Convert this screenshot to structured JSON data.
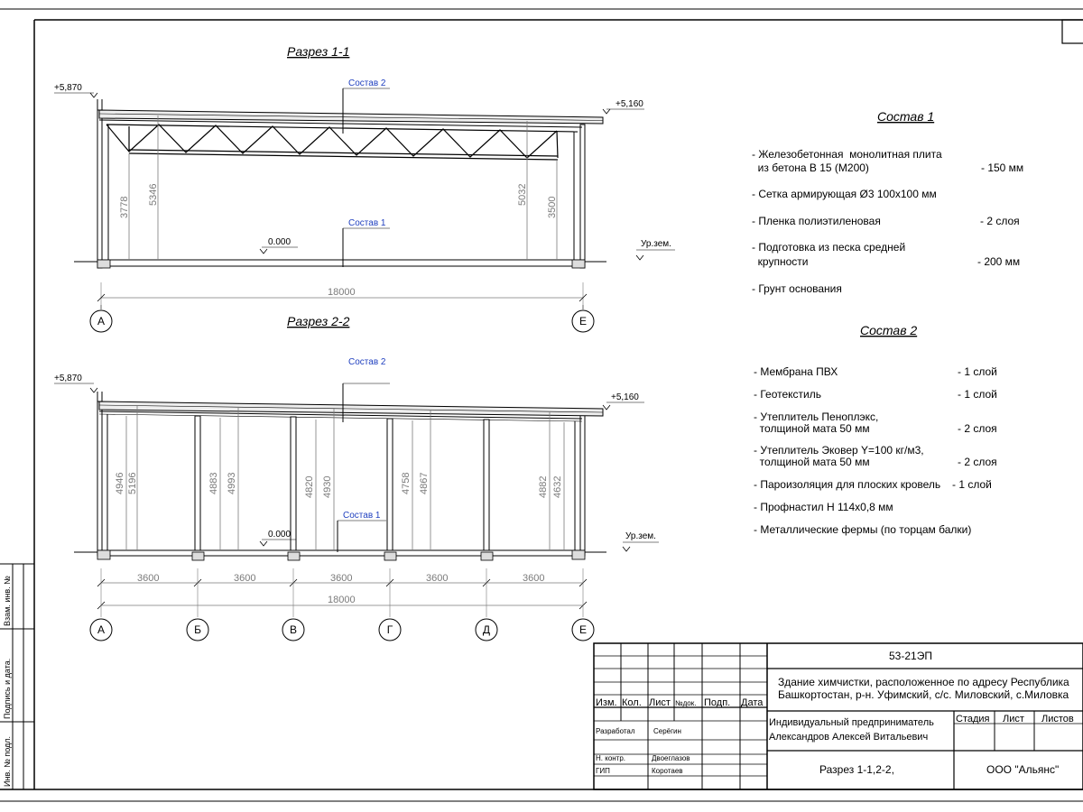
{
  "sections": {
    "s1": {
      "title": "Разрез 1-1",
      "roof_label": "Состав 2",
      "floor_label": "Состав 1",
      "elev_top_left": "+5,870",
      "elev_top_right": "+5,160",
      "elev_zero": "0.000",
      "ground": "Ур.зем.",
      "dims": [
        "3778",
        "5346",
        "5032",
        "3500"
      ],
      "overall": "18000",
      "axes": [
        "А",
        "Е"
      ]
    },
    "s2": {
      "title": "Разрез 2-2",
      "roof_label": "Состав 2",
      "floor_label": "Состав 1",
      "elev_top_left": "+5,870",
      "elev_top_right": "+5,160",
      "elev_zero": "0.000",
      "ground": "Ур.зем.",
      "dims": [
        "4946",
        "5196",
        "4883",
        "4993",
        "4820",
        "4930",
        "4758",
        "4867",
        "4882",
        "4632"
      ],
      "spans": [
        "3600",
        "3600",
        "3600",
        "3600",
        "3600"
      ],
      "overall": "18000",
      "axes": [
        "А",
        "Б",
        "В",
        "Г",
        "Д",
        "Е"
      ]
    }
  },
  "spec1": {
    "title": "Состав 1",
    "lines": [
      {
        "text": "- Железобетонная  монолитная плита",
        "value": ""
      },
      {
        "text": "  из бетона В 15 (М200)",
        "value": "- 150 мм"
      },
      {
        "text": "- Сетка армирующая Ø3 100x100 мм",
        "value": ""
      },
      {
        "text": "- Пленка полиэтиленовая",
        "value": "- 2 слоя"
      },
      {
        "text": "- Подготовка из песка средней",
        "value": ""
      },
      {
        "text": "  крупности",
        "value": "- 200 мм"
      },
      {
        "text": "- Грунт основания",
        "value": ""
      }
    ]
  },
  "spec2": {
    "title": "Состав 2",
    "lines": [
      {
        "text": "- Мембрана ПВХ",
        "value": "- 1 слой"
      },
      {
        "text": "- Геотекстиль",
        "value": "- 1 слой"
      },
      {
        "text": "- Утеплитель Пеноплэкс,",
        "value": ""
      },
      {
        "text": "  толщиной мата 50 мм",
        "value": "- 2 слоя"
      },
      {
        "text": "- Утеплитель Эковер Y=100 кг/м3,",
        "value": ""
      },
      {
        "text": "  толщиной мата 50 мм",
        "value": "- 2 слоя"
      },
      {
        "text": "- Пароизоляция для плоских кровель",
        "value": "- 1 слой"
      },
      {
        "text": "- Профнастил Н 114x0,8 мм",
        "value": ""
      },
      {
        "text": "- Металлические фермы (по торцам балки)",
        "value": ""
      }
    ]
  },
  "stamp": {
    "code": "53-21ЭП",
    "object_line1": "Здание химчистки,  расположенное по адресу Республика",
    "object_line2": "Башкортостан, р-н. Уфимский, с/с. Миловский, с.Миловка",
    "headers": {
      "izm": "Изм.",
      "kol": "Кол.",
      "list": "Лист",
      "ndok": "№док.",
      "podp": "Подп.",
      "data": "Дата"
    },
    "client_line1": "Индивидуальный предприниматель",
    "client_line2": "Александров Алексей Витальевич",
    "stage_headers": {
      "stadia": "Стадия",
      "list": "Лист",
      "listov": "Листов"
    },
    "rows": [
      {
        "role": "Разработал",
        "name": "Серёгин"
      },
      {
        "role": "Н. контр.",
        "name": "Двоеглазов"
      },
      {
        "role": "ГИП",
        "name": "Коротаев"
      }
    ],
    "sheet_title": "Разрез 1-1,2-2,",
    "company": "ООО \"Альянс\""
  },
  "side_stamp": {
    "vzam": "Взам. инв. №",
    "podpis": "Подпись  и   дата.",
    "inv": "Инв. № подл."
  },
  "colors": {
    "label_blue": "#1f3fbf",
    "dim_gray": "#7a7a7a"
  }
}
